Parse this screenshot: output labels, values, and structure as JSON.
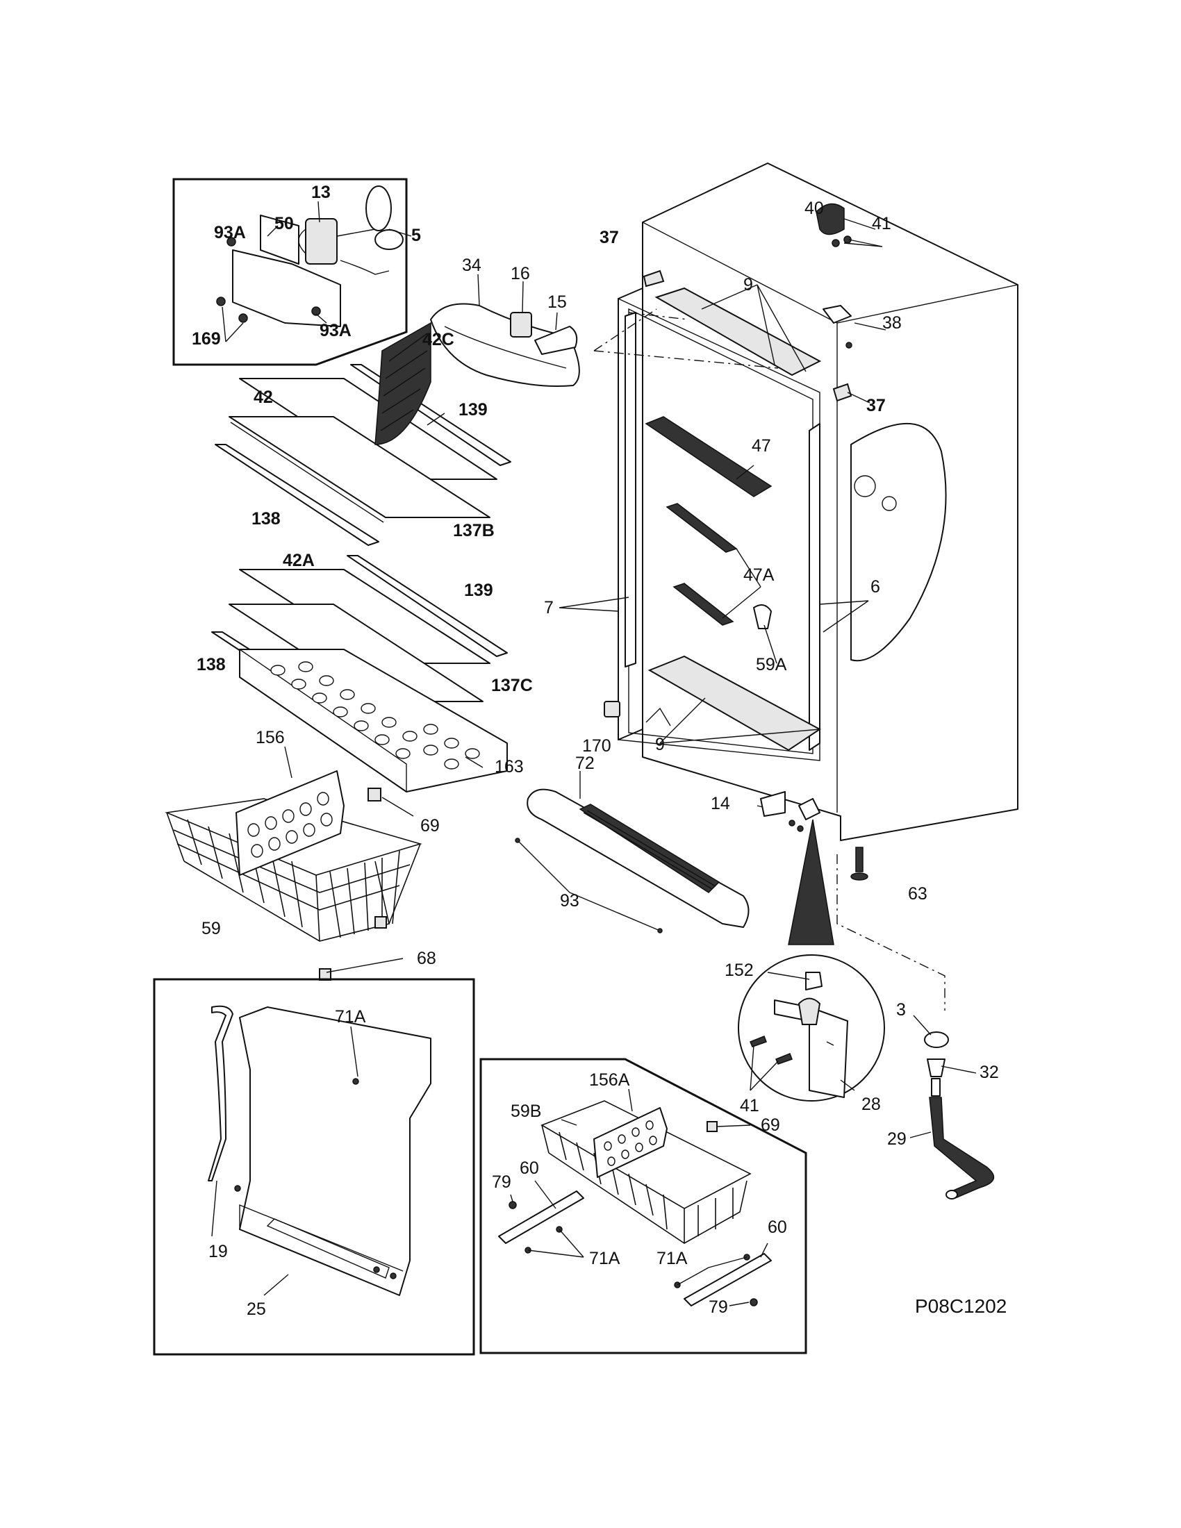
{
  "diagram_code": "P08C1202",
  "labels": {
    "l13": "13",
    "l93a_1": "93A",
    "l50": "50",
    "l5": "5",
    "l169": "169",
    "l93a_2": "93A",
    "l34": "34",
    "l16": "16",
    "l15": "15",
    "l42c": "42C",
    "l42": "42",
    "l139_1": "139",
    "l138_1": "138",
    "l137b": "137B",
    "l42a": "42A",
    "l139_2": "139",
    "l138_2": "138",
    "l137c": "137C",
    "l163": "163",
    "l156": "156",
    "l69_1": "69",
    "l59": "59",
    "l68": "68",
    "l71a_1": "71A",
    "l19": "19",
    "l25": "25",
    "l40": "40",
    "l41_1": "41",
    "l37_1": "37",
    "l9_1": "9",
    "l38": "38",
    "l37_2": "37",
    "l47": "47",
    "l47a": "47A",
    "l7": "7",
    "l6": "6",
    "l59a": "59A",
    "l170": "170",
    "l72": "72",
    "l9_2": "9",
    "l14": "14",
    "l63": "63",
    "l93": "93",
    "l152": "152",
    "l3": "3",
    "l32": "32",
    "l41_2": "41",
    "l28": "28",
    "l29": "29",
    "l156a": "156A",
    "l59b": "59B",
    "l69_2": "69",
    "l79_1": "79",
    "l60_1": "60",
    "l71a_2": "71A",
    "l71a_3": "71A",
    "l60_2": "60",
    "l79_2": "79"
  }
}
